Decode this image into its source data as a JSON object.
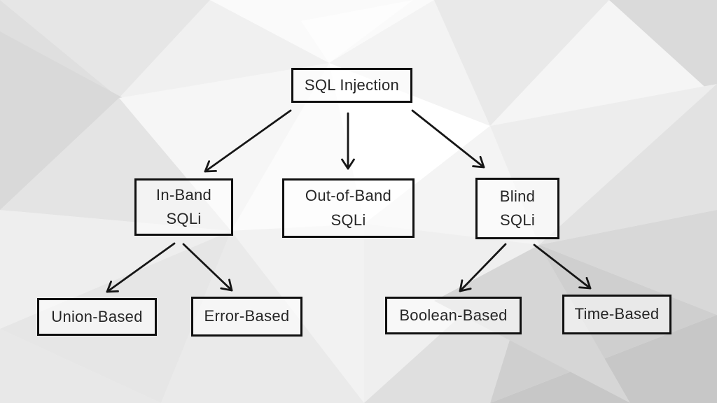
{
  "diagram": {
    "nodes": {
      "root": {
        "label": "SQL Injection"
      },
      "inband": {
        "line1": "In-Band",
        "line2": "SQLi"
      },
      "outofband": {
        "line1": "Out-of-Band",
        "line2": "SQLi"
      },
      "blind": {
        "line1": "Blind",
        "line2": "SQLi"
      },
      "union": {
        "label": "Union-Based"
      },
      "error": {
        "label": "Error-Based"
      },
      "boolean": {
        "label": "Boolean-Based"
      },
      "time": {
        "label": "Time-Based"
      }
    },
    "edges": [
      {
        "from": "SQL Injection",
        "to": "In-Band SQLi"
      },
      {
        "from": "SQL Injection",
        "to": "Out-of-Band SQLi"
      },
      {
        "from": "SQL Injection",
        "to": "Blind SQLi"
      },
      {
        "from": "In-Band SQLi",
        "to": "Union-Based"
      },
      {
        "from": "In-Band SQLi",
        "to": "Error-Based"
      },
      {
        "from": "Blind SQLi",
        "to": "Boolean-Based"
      },
      {
        "from": "Blind SQLi",
        "to": "Time-Based"
      }
    ],
    "colors": {
      "box_border": "#101010",
      "box_fill": "rgba(255,255,255,0.55)",
      "text": "#262626",
      "arrow": "#161616",
      "background_base": "#f1f1f1"
    }
  }
}
